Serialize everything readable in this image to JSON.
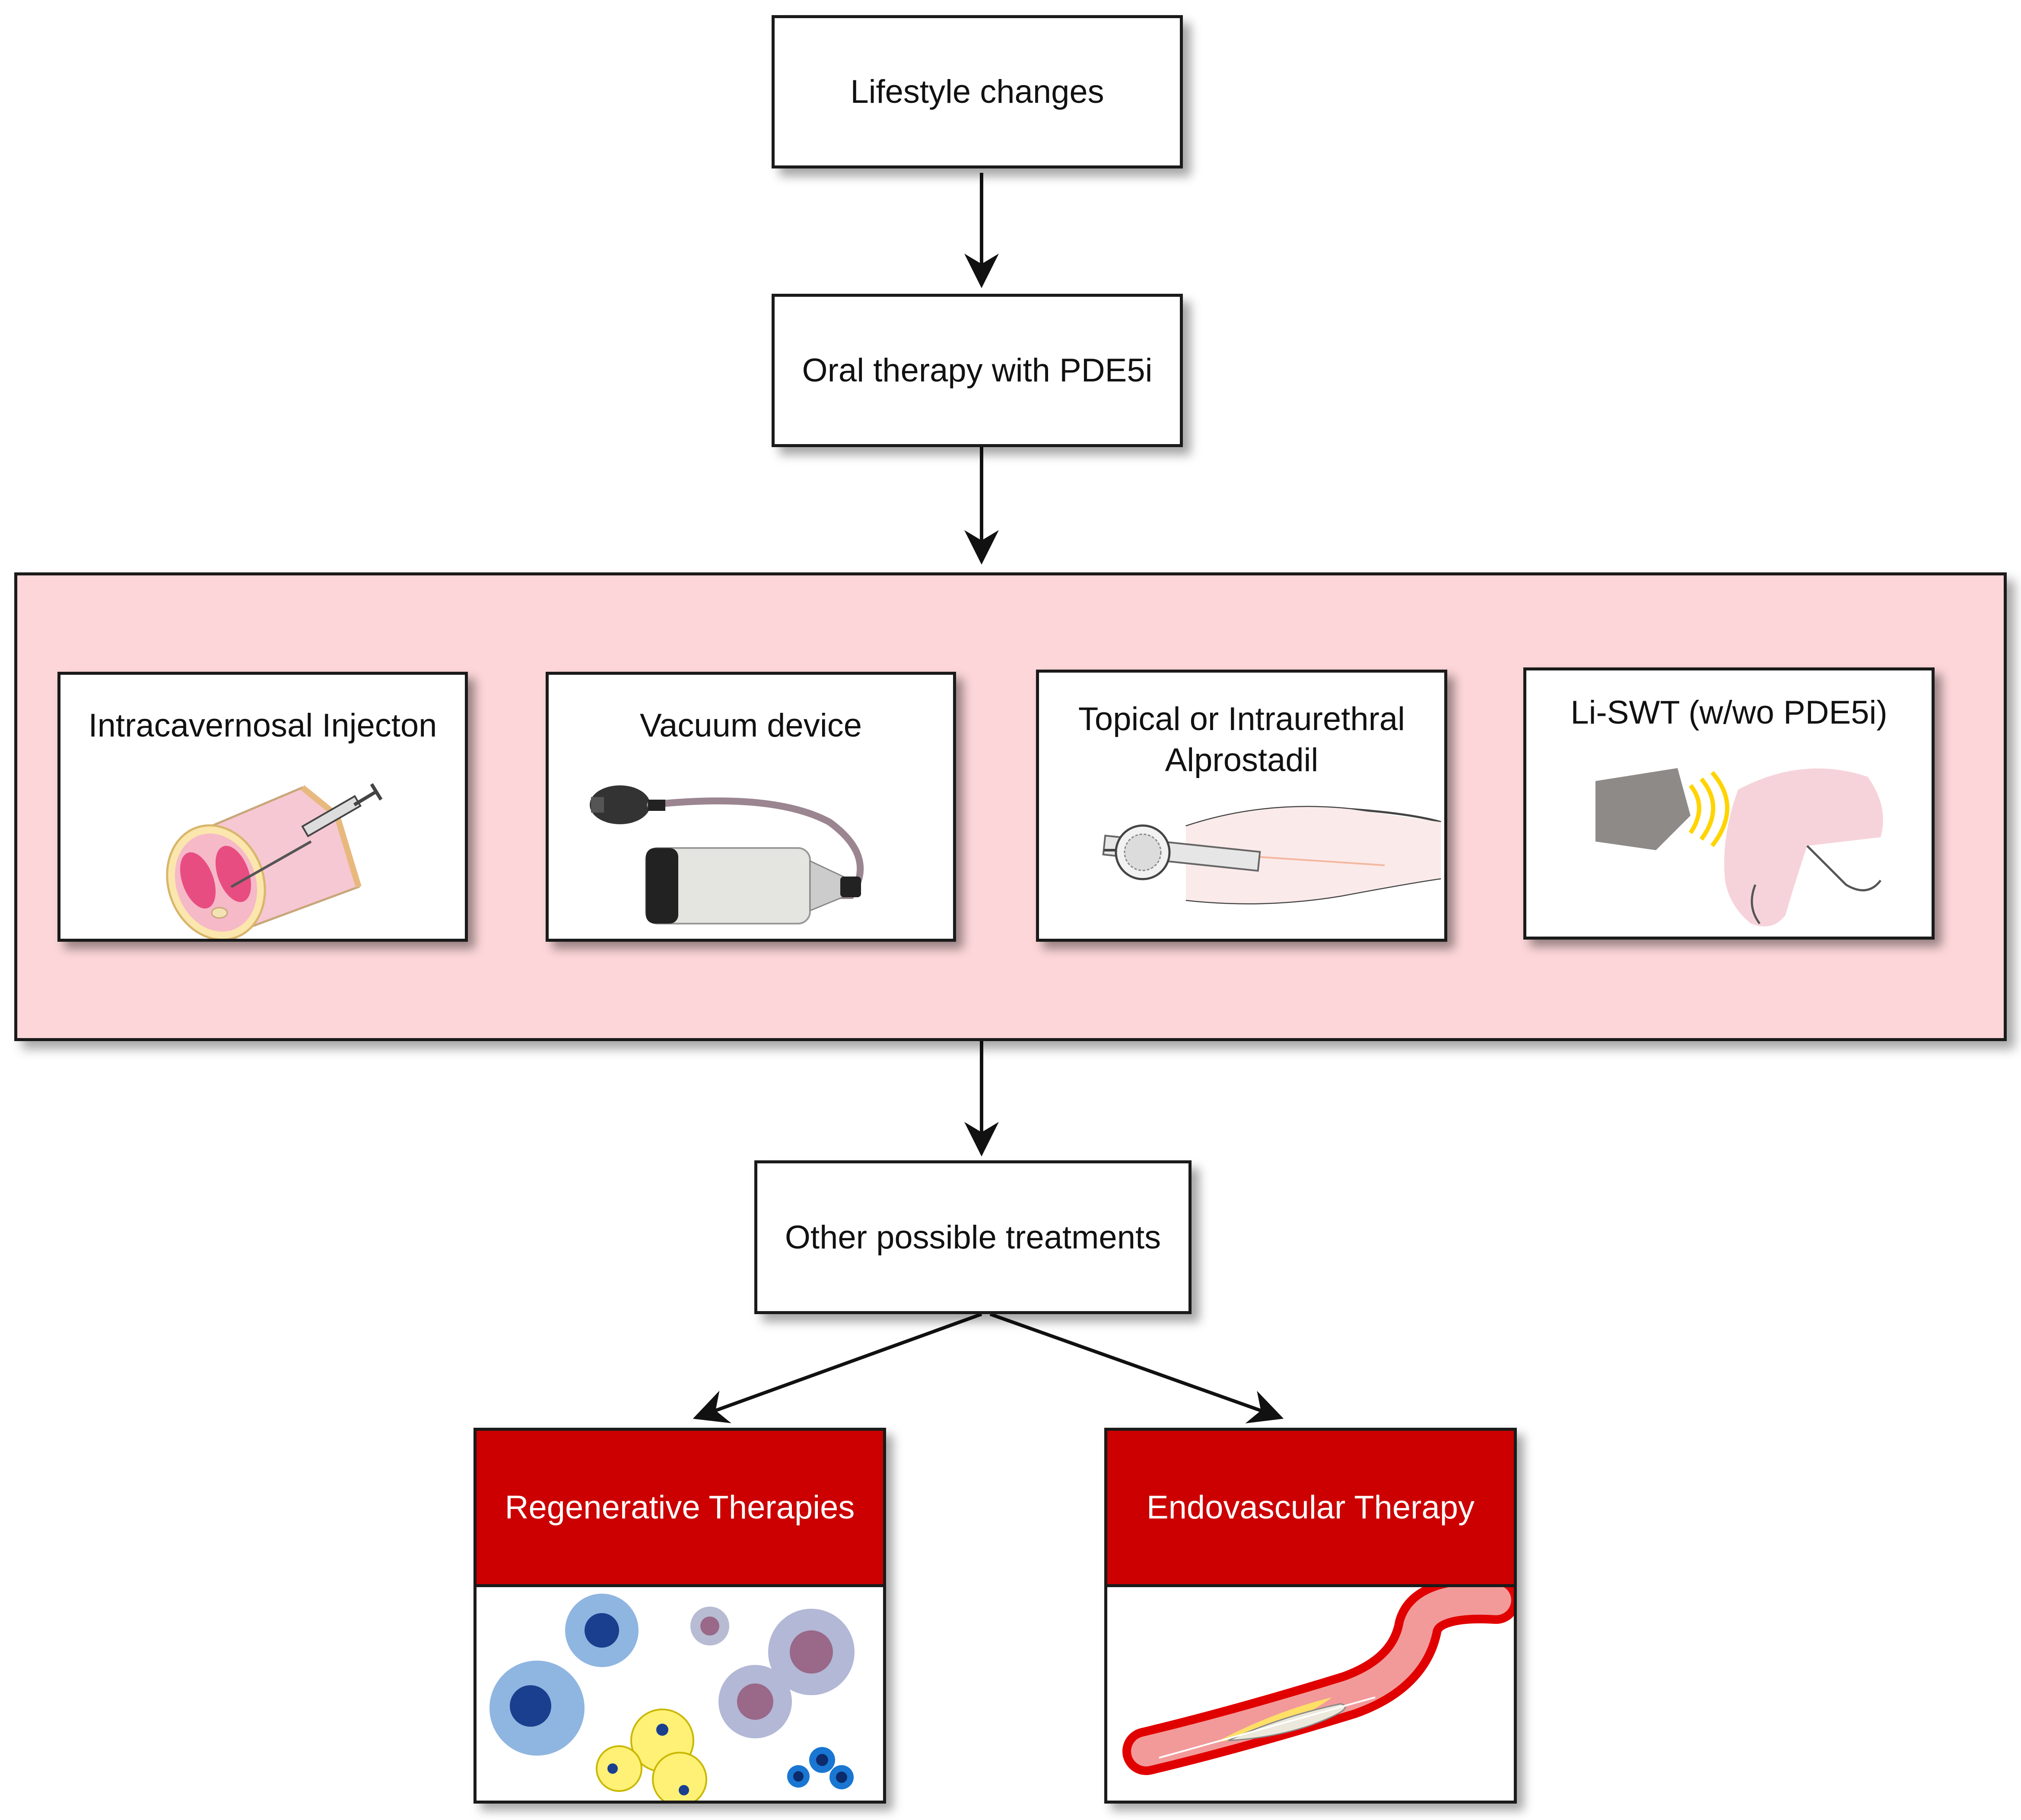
{
  "steps": {
    "lifestyle": "Lifestyle changes",
    "oral": "Oral therapy with PDE5i",
    "other": "Other possible treatments"
  },
  "second_line": [
    {
      "label": "Intracavernosal Injecton"
    },
    {
      "label": "Vacuum device"
    },
    {
      "label": "Topical or Intraurethral\nAlprostadil"
    },
    {
      "label": "Li-SWT (w/wo PDE5i)"
    }
  ],
  "options": {
    "regenerative": "Regenerative Therapies",
    "endovascular": "Endovascular Therapy"
  },
  "colors": {
    "panel": "#fcd6d8",
    "header_red": "#cc0000"
  }
}
